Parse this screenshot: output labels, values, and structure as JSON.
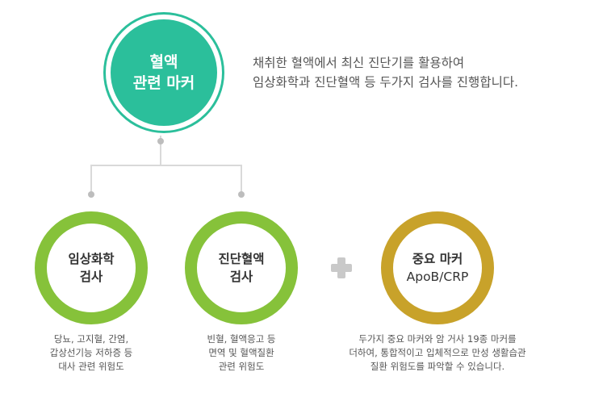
{
  "top_node": {
    "line1": "혈액",
    "line2": "관련 마커"
  },
  "intro": {
    "line1": "채취한 혈액에서 최신 진단기를 활용하여",
    "line2": "임상화학과 진단혈액 등 두가지 검사를 진행합니다."
  },
  "nodes": [
    {
      "line1": "임상화학",
      "line2": "검사",
      "desc": [
        "당뇨, 고지혈, 간염,",
        "갑상선기능 저하증 등",
        "대사 관련 위험도"
      ]
    },
    {
      "line1": "진단혈액",
      "line2": "검사",
      "desc": [
        "빈혈, 혈액응고 등",
        "면역 및 혈액질환",
        "관련 위험도"
      ]
    },
    {
      "line1": "중요 마커",
      "line2": "ApoB/CRP",
      "desc": [
        "두가지 중요 마커와 암 거사 19종 마커를",
        "더하여, 통합적이고 입체적으로 만성 생활습관",
        "질환 위험도를 파악할 수 있습니다."
      ]
    }
  ],
  "colors": {
    "teal": "#2bbf9b",
    "green": "#86c23a",
    "gold": "#c8a22a"
  }
}
